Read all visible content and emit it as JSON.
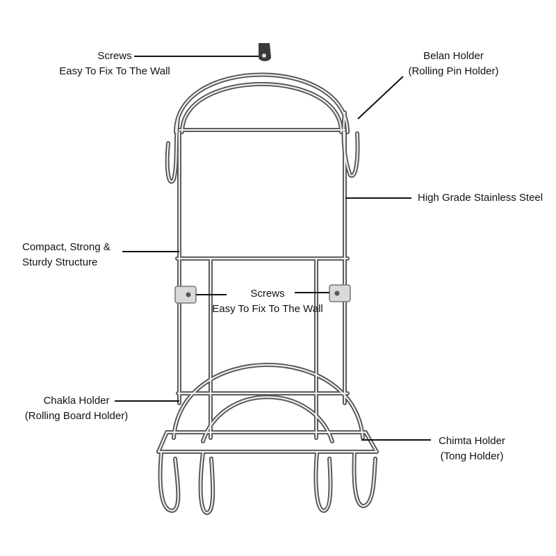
{
  "colors": {
    "background": "#ffffff",
    "text": "#111111",
    "leader_line": "#111111",
    "steel_light": "#ecebea",
    "steel_mid": "#a9a9a9",
    "steel_dark": "#555555"
  },
  "callouts": {
    "top_screws": {
      "line1": "Screws",
      "line2": "Easy To Fix To The Wall"
    },
    "belan_holder": {
      "line1": "Belan Holder",
      "line2": "(Rolling Pin Holder)"
    },
    "stainless_steel": {
      "line1": "High Grade Stainless Steel"
    },
    "structure": {
      "line1": "Compact, Strong &",
      "line2": "Sturdy Structure"
    },
    "middle_screws": {
      "line1": "Screws",
      "line2": "Easy To Fix To The Wall"
    },
    "chakla_holder": {
      "line1": "Chakla Holder",
      "line2": "(Rolling Board Holder)"
    },
    "chimta_holder": {
      "line1": "Chimta Holder",
      "line2": "(Tong Holder)"
    }
  }
}
